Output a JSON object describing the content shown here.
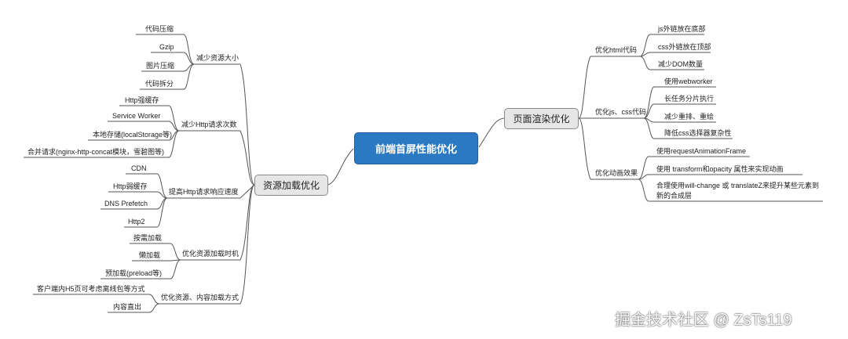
{
  "root": "前端首屏性能优化",
  "left": {
    "title": "资源加载优化",
    "groups": [
      {
        "title": "减少资源大小",
        "items": [
          "代码压缩",
          "Gzip",
          "图片压缩",
          "代码拆分"
        ]
      },
      {
        "title": "减少Http请求次数",
        "items": [
          "Http强缓存",
          "Service Worker",
          "本地存储(localStorage等)",
          "合并请求(nginx-http-concat模块，雪碧图等)"
        ]
      },
      {
        "title": "提高Http请求响应速度",
        "items": [
          "CDN",
          "Http弱缓存",
          "DNS Prefetch",
          "Http2"
        ]
      },
      {
        "title": "优化资源加载时机",
        "items": [
          "按需加载",
          "懒加载",
          "预加载(preload等)"
        ]
      },
      {
        "title": "优化资源、内容加载方式",
        "items": [
          "客户端内H5页可考虑离线包等方式",
          "内容直出"
        ]
      }
    ]
  },
  "right": {
    "title": "页面渲染优化",
    "groups": [
      {
        "title": "优化html代码",
        "items": [
          "js外链放在底部",
          "css外链放在顶部",
          "减少DOM数量"
        ]
      },
      {
        "title": "优化js、css代码",
        "items": [
          "使用webworker",
          "长任务分片执行",
          "减少重排、重绘",
          "降低css选择器复杂性"
        ]
      },
      {
        "title": "优化动画效果",
        "items": [
          "使用requestAnimationFrame",
          "使用 transform和opacity 属性来实现动画",
          "合理使用will-change 或 translateZ来提升某些元素到新的合成层"
        ]
      }
    ]
  },
  "watermark": "掘金技术社区 @ ZsTs119"
}
